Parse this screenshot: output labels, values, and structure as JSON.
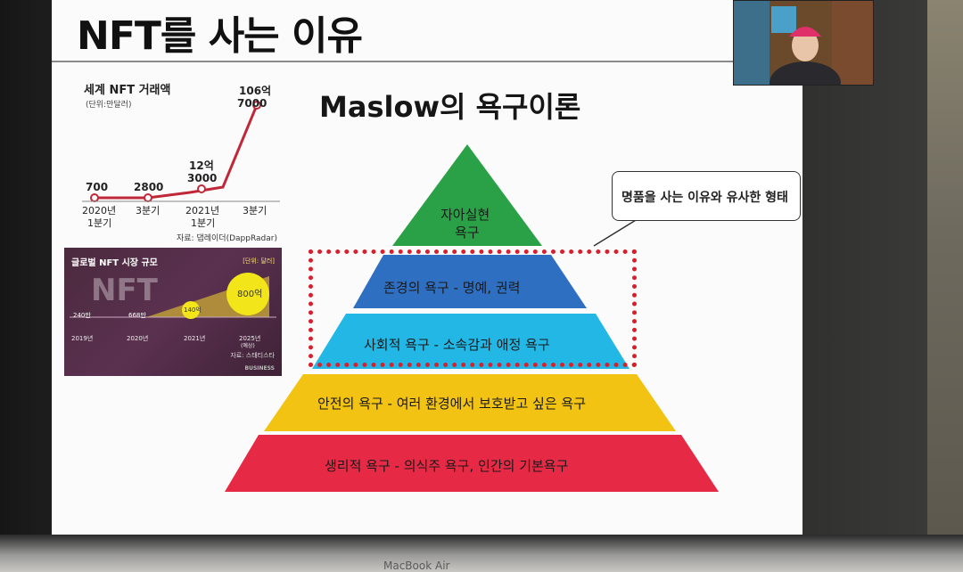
{
  "slide": {
    "title": "NFT를 사는 이유",
    "subtitle": "Maslow의 욕구이론"
  },
  "nft_chart": {
    "title": "세계 NFT 거래액",
    "unit": "(단위:만달러)",
    "source": "자료: 댑레이더(DappRadar)",
    "points": [
      {
        "label": "700",
        "x_line1": "2020년",
        "x_line2": "1분기"
      },
      {
        "label": "2800",
        "x_line1": "3분기",
        "x_line2": ""
      },
      {
        "label": "12억 3000",
        "label_top": "12억",
        "label_bottom": "3000",
        "x_line1": "2021년",
        "x_line2": "1분기"
      },
      {
        "label": "106억 7000",
        "label_top": "106억",
        "label_bottom": "7000",
        "x_line1": "3분기",
        "x_line2": ""
      }
    ],
    "color": "#c0283a"
  },
  "market_panel": {
    "title": "글로벌 NFT 시장 규모",
    "unit": "[단위: 달러]",
    "watermark": "NFT",
    "values": [
      "240만",
      "668만",
      "140억",
      "800억"
    ],
    "years": [
      "2019년",
      "2020년",
      "2021년",
      "2025년"
    ],
    "forecast_note": "(예상)",
    "source": "자료: 스태티스타",
    "brand": "BUSINESS",
    "accent": "#f2e51a"
  },
  "pyramid": {
    "tiers": [
      {
        "label_line1": "자아실현",
        "label_line2": "욕구",
        "color": "#2aa146"
      },
      {
        "label_line1": "존경의 욕구 - 명예, 권력",
        "color": "#2f6fc2"
      },
      {
        "label_line1": "사회적 욕구 - 소속감과 애정 욕구",
        "color": "#23b7e5"
      },
      {
        "label_line1": "안전의 욕구 - 여러 환경에서 보호받고 싶은 욕구",
        "color": "#f2c313"
      },
      {
        "label_line1": "생리적 욕구 - 의식주 욕구, 인간의 기본욕구",
        "color": "#e62a45"
      }
    ]
  },
  "callout": {
    "text": "명품을 사는 이유와 유사한 형태"
  },
  "device": {
    "label": "MacBook Air"
  }
}
